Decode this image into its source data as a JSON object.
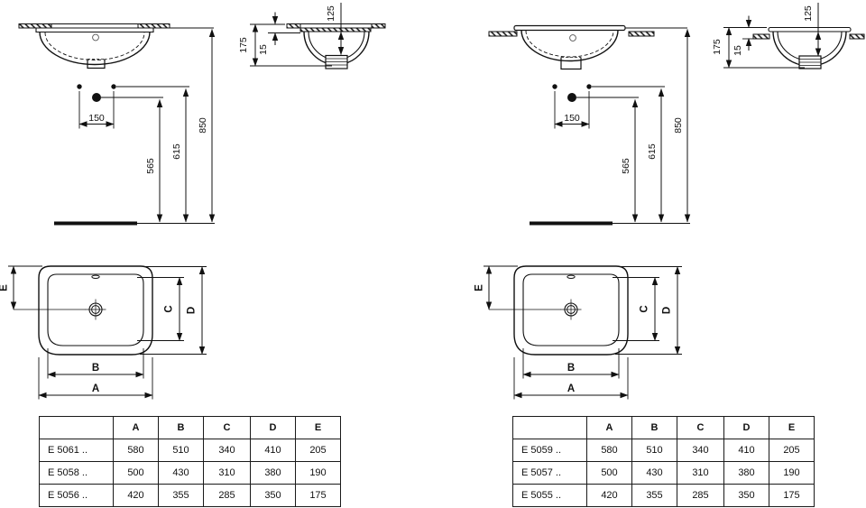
{
  "diagram": {
    "front_dims": {
      "d150": "150",
      "d565": "565",
      "d615": "615",
      "d850": "850"
    },
    "side_dims": {
      "d175": "175",
      "d15": "15",
      "d125": "125"
    },
    "plan_dims": {
      "A": "A",
      "B": "B",
      "C": "C",
      "D": "D",
      "E": "E"
    },
    "line_color": "#111111"
  },
  "tables": {
    "left": {
      "col_headers": [
        "A",
        "B",
        "C",
        "D",
        "E"
      ],
      "rows": [
        {
          "model": "E 5061 ..",
          "A": "580",
          "B": "510",
          "C": "340",
          "D": "410",
          "E": "205"
        },
        {
          "model": "E 5058 ..",
          "A": "500",
          "B": "430",
          "C": "310",
          "D": "380",
          "E": "190"
        },
        {
          "model": "E 5056 ..",
          "A": "420",
          "B": "355",
          "C": "285",
          "D": "350",
          "E": "175"
        }
      ]
    },
    "right": {
      "col_headers": [
        "A",
        "B",
        "C",
        "D",
        "E"
      ],
      "rows": [
        {
          "model": "E 5059 ..",
          "A": "580",
          "B": "510",
          "C": "340",
          "D": "410",
          "E": "205"
        },
        {
          "model": "E 5057 ..",
          "A": "500",
          "B": "430",
          "C": "310",
          "D": "380",
          "E": "190"
        },
        {
          "model": "E 5055 ..",
          "A": "420",
          "B": "355",
          "C": "285",
          "D": "350",
          "E": "175"
        }
      ]
    }
  }
}
